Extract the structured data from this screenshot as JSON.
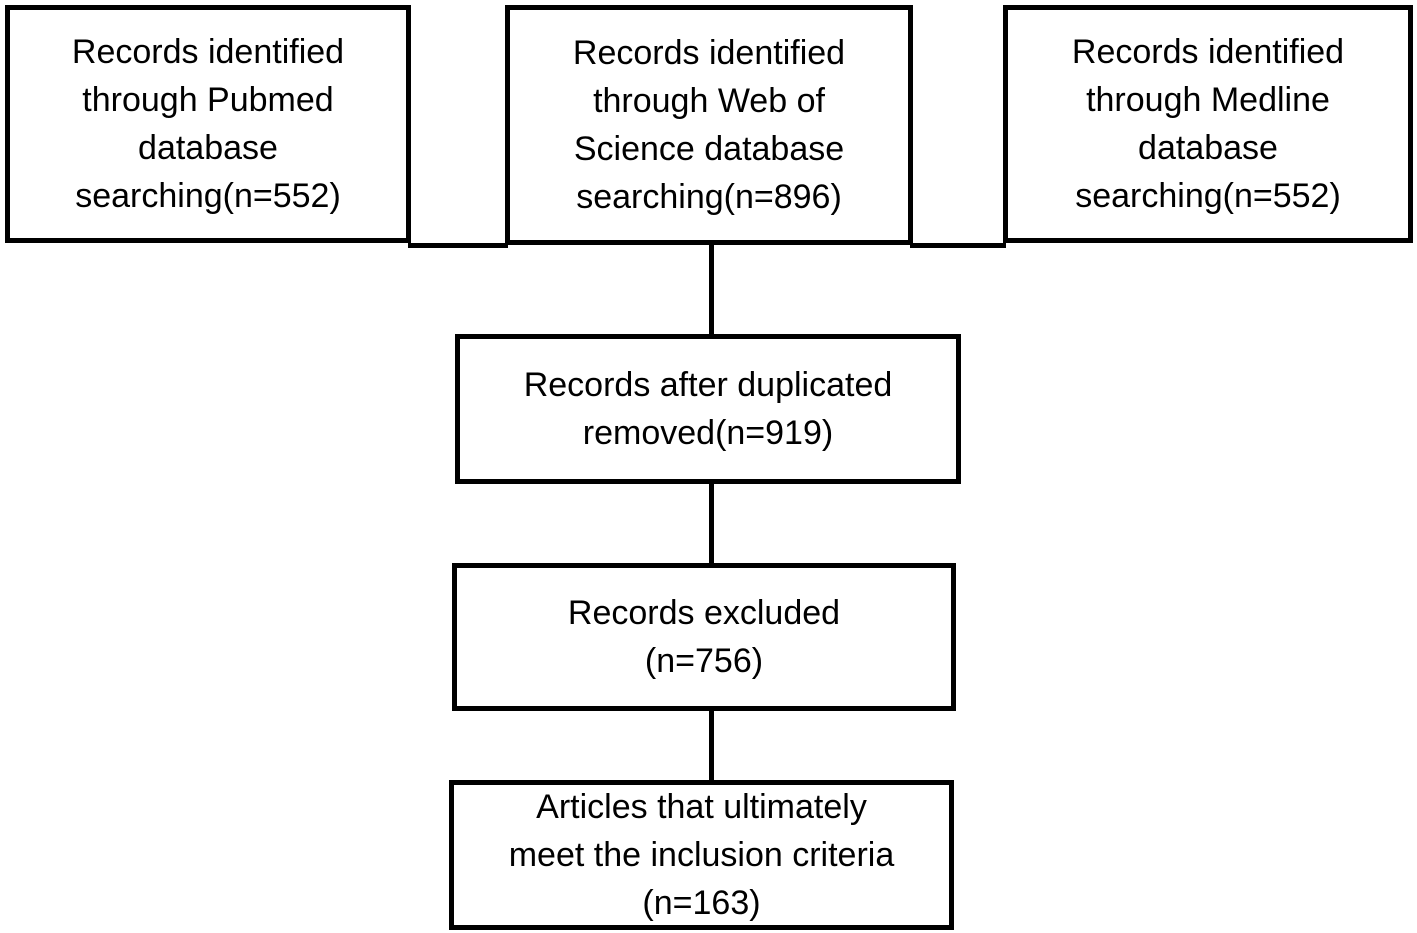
{
  "diagram": {
    "type": "flowchart",
    "colors": {
      "background": "#ffffff",
      "box_border": "#000000",
      "text": "#000000",
      "connector": "#000000"
    },
    "boxes": {
      "pubmed": {
        "text": "Records identified\nthrough Pubmed\ndatabase\nsearching(n=552)",
        "n": 552
      },
      "web_of_science": {
        "text": "Records identified\nthrough Web of\nScience database\nsearching(n=896)",
        "n": 896
      },
      "medline": {
        "text": "Records identified\nthrough Medline\ndatabase\nsearching(n=552)",
        "n": 552
      },
      "after_duplicates_removed": {
        "text": "Records after duplicated\nremoved(n=919)",
        "n": 919
      },
      "records_excluded": {
        "text": "Records excluded\n(n=756)",
        "n": 756
      },
      "meet_inclusion_criteria": {
        "text": "Articles that ultimately\nmeet the inclusion criteria\n(n=163)",
        "n": 163
      }
    }
  }
}
